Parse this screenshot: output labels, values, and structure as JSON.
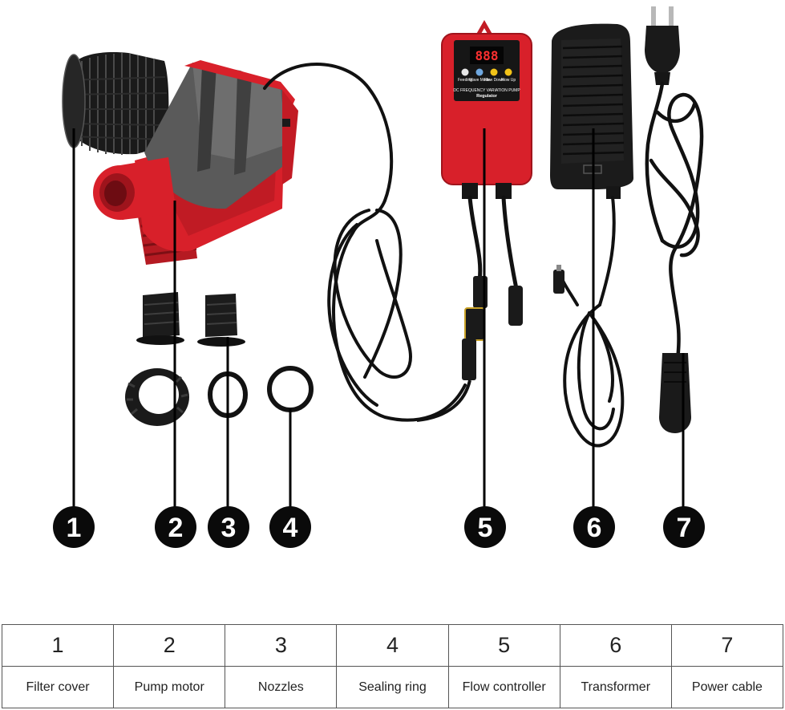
{
  "controller": {
    "display": "888",
    "buttons": [
      "Feeding",
      "Wave Mode",
      "Flow Down",
      "Flow Up"
    ],
    "label_line1": "DC FREQUENCY VARIATION PUMP",
    "label_line2": "Regulator"
  },
  "badges": [
    "1",
    "2",
    "3",
    "4",
    "5",
    "6",
    "7"
  ],
  "table": {
    "numbers": [
      "1",
      "2",
      "3",
      "4",
      "5",
      "6",
      "7"
    ],
    "names": [
      "Filter cover",
      "Pump motor",
      "Nozzles",
      "Sealing ring",
      "Flow controller",
      "Transformer",
      "Power cable"
    ]
  },
  "colors": {
    "pump_red": "#d8202a",
    "badge": "#0a0a0a",
    "cable": "#111111"
  }
}
